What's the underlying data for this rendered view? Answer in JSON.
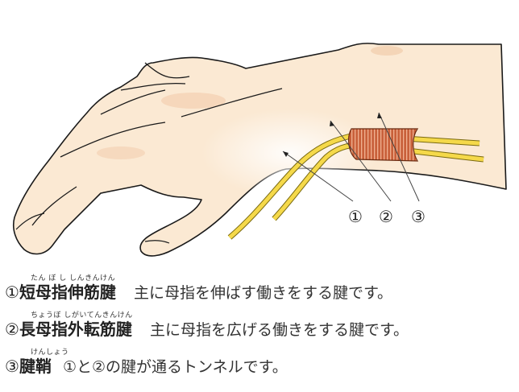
{
  "diagram": {
    "subject": "hand and wrist, thumb-side tendons",
    "colors": {
      "skin": "#fbe9d3",
      "skin_shadow": "#f3cfb0",
      "outline": "#1a1a1a",
      "tendon": "#f5d94a",
      "tendon_outline": "#7a6a10",
      "sheath": "#c8603a",
      "sheath_stripe": "#f0b090"
    },
    "callouts": [
      {
        "id": "1",
        "label": "①"
      },
      {
        "id": "2",
        "label": "②"
      },
      {
        "id": "3",
        "label": "③"
      }
    ]
  },
  "legend": [
    {
      "number": "①",
      "ruby": "たん ぼ し しんきんけん",
      "term": "短母指伸筋腱",
      "description": "主に母指を伸ばす働きをする腱です。"
    },
    {
      "number": "②",
      "ruby": "ちょうぼ しがいてんきんけん",
      "term": "長母指外転筋腱",
      "description": "主に母指を広げる働きをする腱です。"
    },
    {
      "number": "③",
      "ruby": "けんしょう",
      "term": "腱鞘",
      "description": "①と②の腱が通るトンネルです。"
    }
  ]
}
